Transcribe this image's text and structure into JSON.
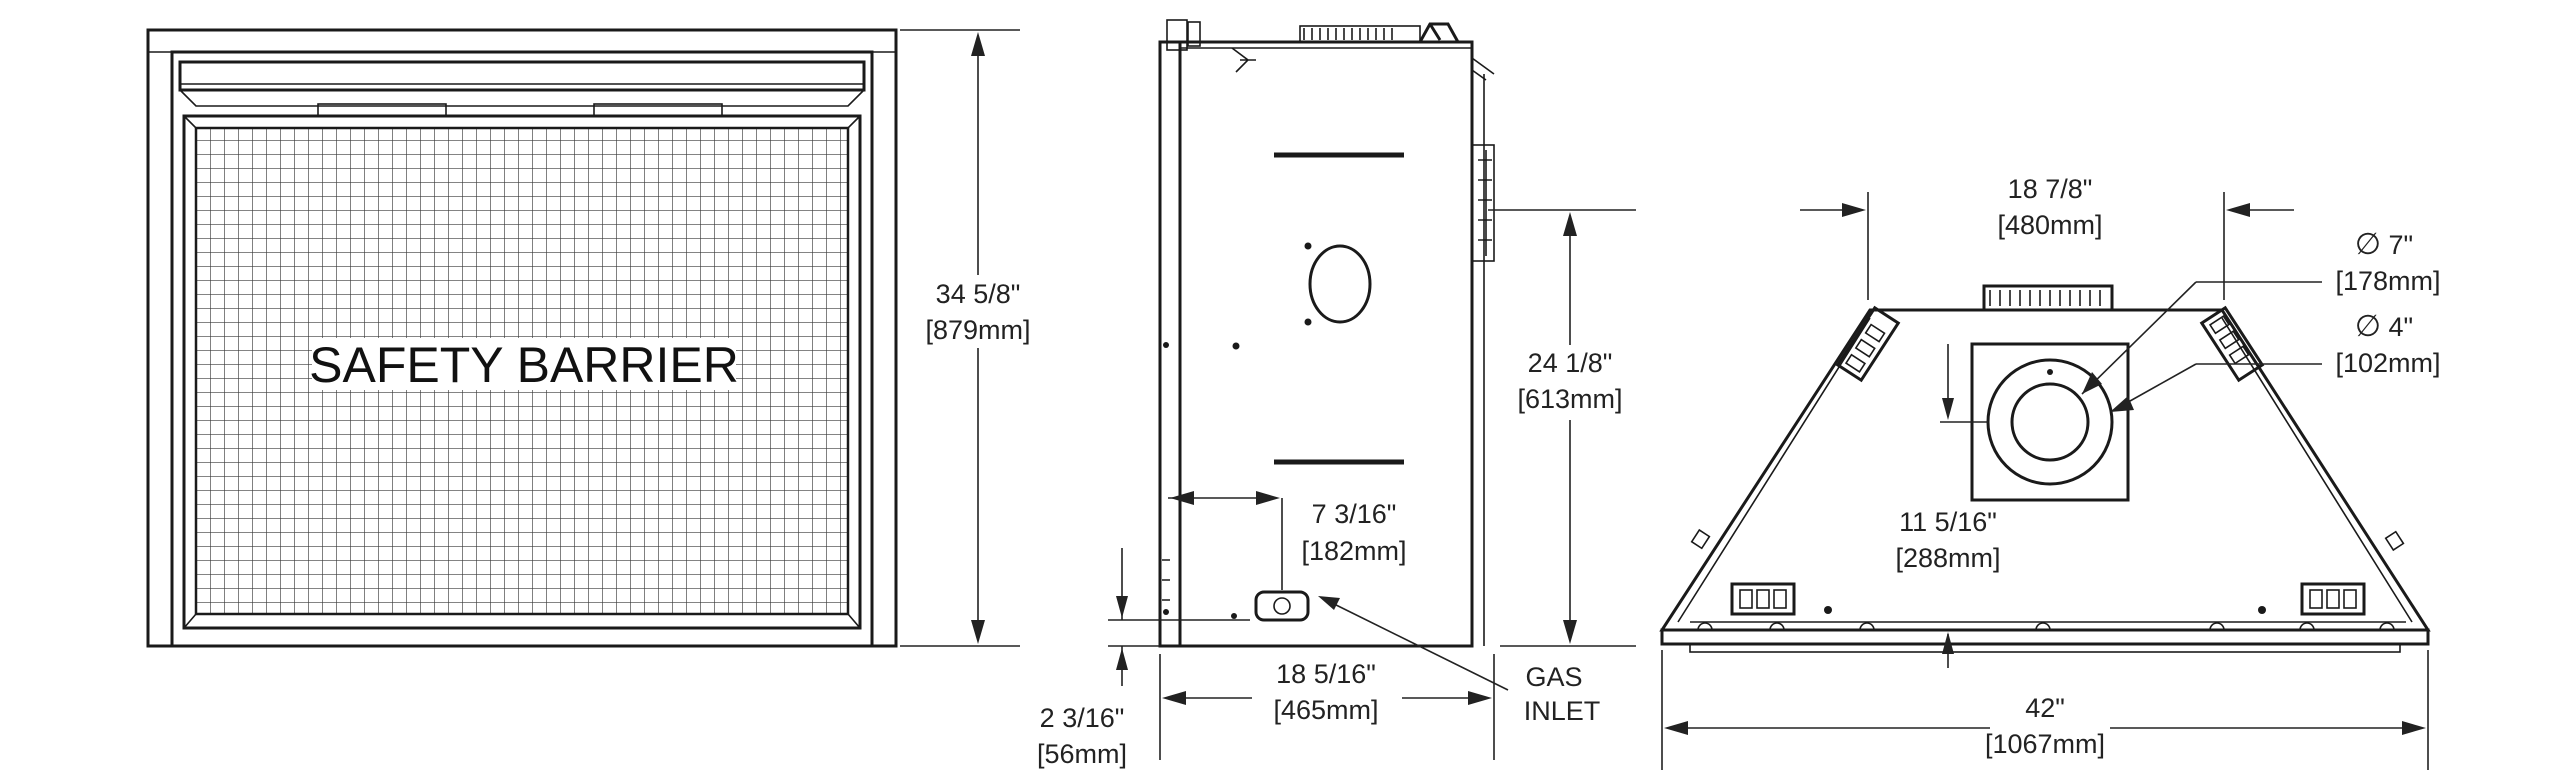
{
  "front_view": {
    "barrier_label": "SAFETY BARRIER",
    "height_in": "34 5/8\"",
    "height_mm": "879mm"
  },
  "side_view": {
    "flue_offset_in": "7 3/16\"",
    "flue_offset_mm": "182mm",
    "depth_in": "18 5/16\"",
    "depth_mm": "465mm",
    "gas_height_in": "2 3/16\"",
    "gas_height_mm": "56mm",
    "flue_height_in": "24 1/8\"",
    "flue_height_mm": "613mm",
    "gas_inlet_line1": "GAS",
    "gas_inlet_line2": "INLET"
  },
  "top_view": {
    "back_width_in": "18 7/8\"",
    "back_width_mm": "480mm",
    "outer_diameter_in": "7\"",
    "outer_diameter_mm": "178mm",
    "inner_diameter_in": "4\"",
    "inner_diameter_mm": "102mm",
    "diameter_symbol": "∅",
    "flue_depth_in": "11 5/16\"",
    "flue_depth_mm": "288mm",
    "front_width_in": "42\"",
    "front_width_mm": "1067mm"
  }
}
